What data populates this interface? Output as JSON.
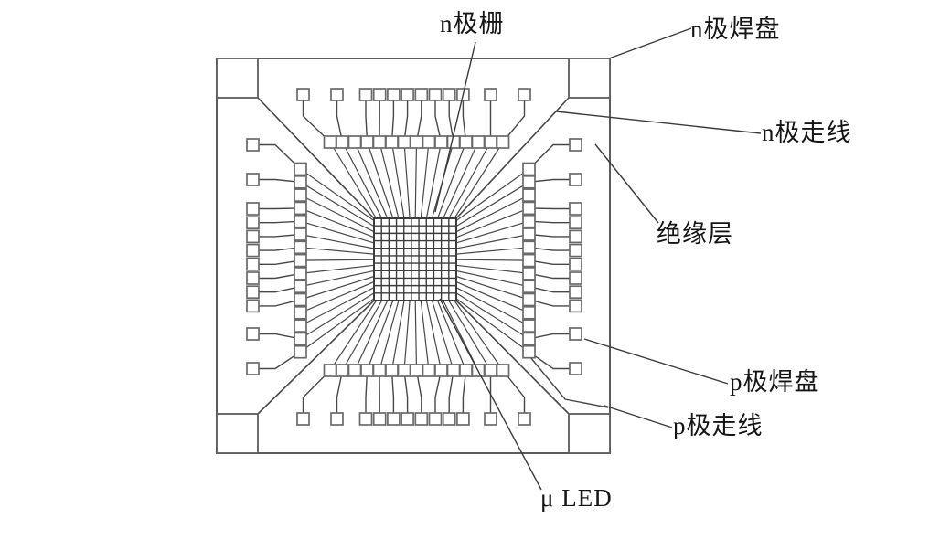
{
  "labels": {
    "n_grid": "n极栅",
    "n_pad": "n极焊盘",
    "n_trace": "n极走线",
    "insulating_layer": "绝缘层",
    "p_pad": "p极焊盘",
    "p_trace": "p极走线",
    "micro_led": "μ LED"
  },
  "diagram": {
    "colors": {
      "background": "#ffffff",
      "line": "#474747",
      "outline": "#5d5d5d",
      "pad_stroke": "#6a6a6a",
      "grid_line": "#3c3c3c",
      "text": "#151515"
    },
    "led_grid": {
      "rows": 11,
      "cols": 11
    },
    "pads": {
      "outer_per_side": 12,
      "inner_per_side": 15,
      "corner_pads": 4
    }
  }
}
